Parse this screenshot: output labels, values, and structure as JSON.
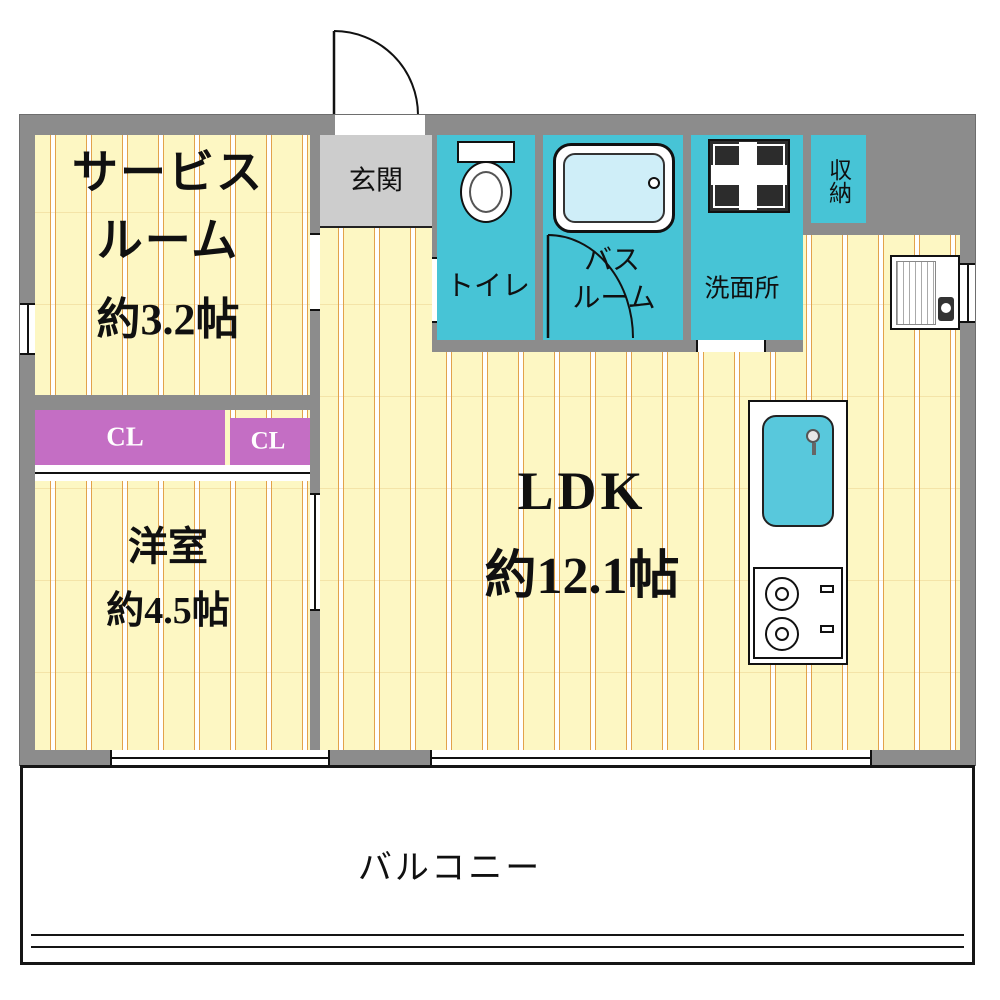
{
  "plan": {
    "rooms": {
      "service_room": {
        "line1": "サービス",
        "line2": "ルーム",
        "line3": "約3.2帖"
      },
      "entrance": {
        "label": "玄関"
      },
      "toilet": {
        "label": "トイレ"
      },
      "bathroom": {
        "line1": "バス",
        "line2": "ルーム"
      },
      "washroom": {
        "label": "洗面所"
      },
      "storage": {
        "label": "収納"
      },
      "closet_left": {
        "label": "CL"
      },
      "closet_right": {
        "label": "CL"
      },
      "western_room": {
        "line1": "洋室",
        "line2": "約4.5帖"
      },
      "ldk": {
        "line1": "LDK",
        "line2": "約12.1帖"
      },
      "balcony": {
        "label": "バルコニー"
      }
    },
    "colors": {
      "wall": "#8c8c8c",
      "floor": "#fdf7c3",
      "floor_stripe": "#e2a24b",
      "wet_area": "#47c4d6",
      "closet": "#c46ec4",
      "entrance": "#cdcdcd",
      "tub_water": "#cfeef8",
      "sink": "#58c8dc"
    },
    "icons": [
      "entrance-door-arc",
      "toilet",
      "bathtub",
      "washing-machine",
      "kitchen-sink",
      "stove",
      "water-heater",
      "window",
      "sliding-door"
    ]
  }
}
